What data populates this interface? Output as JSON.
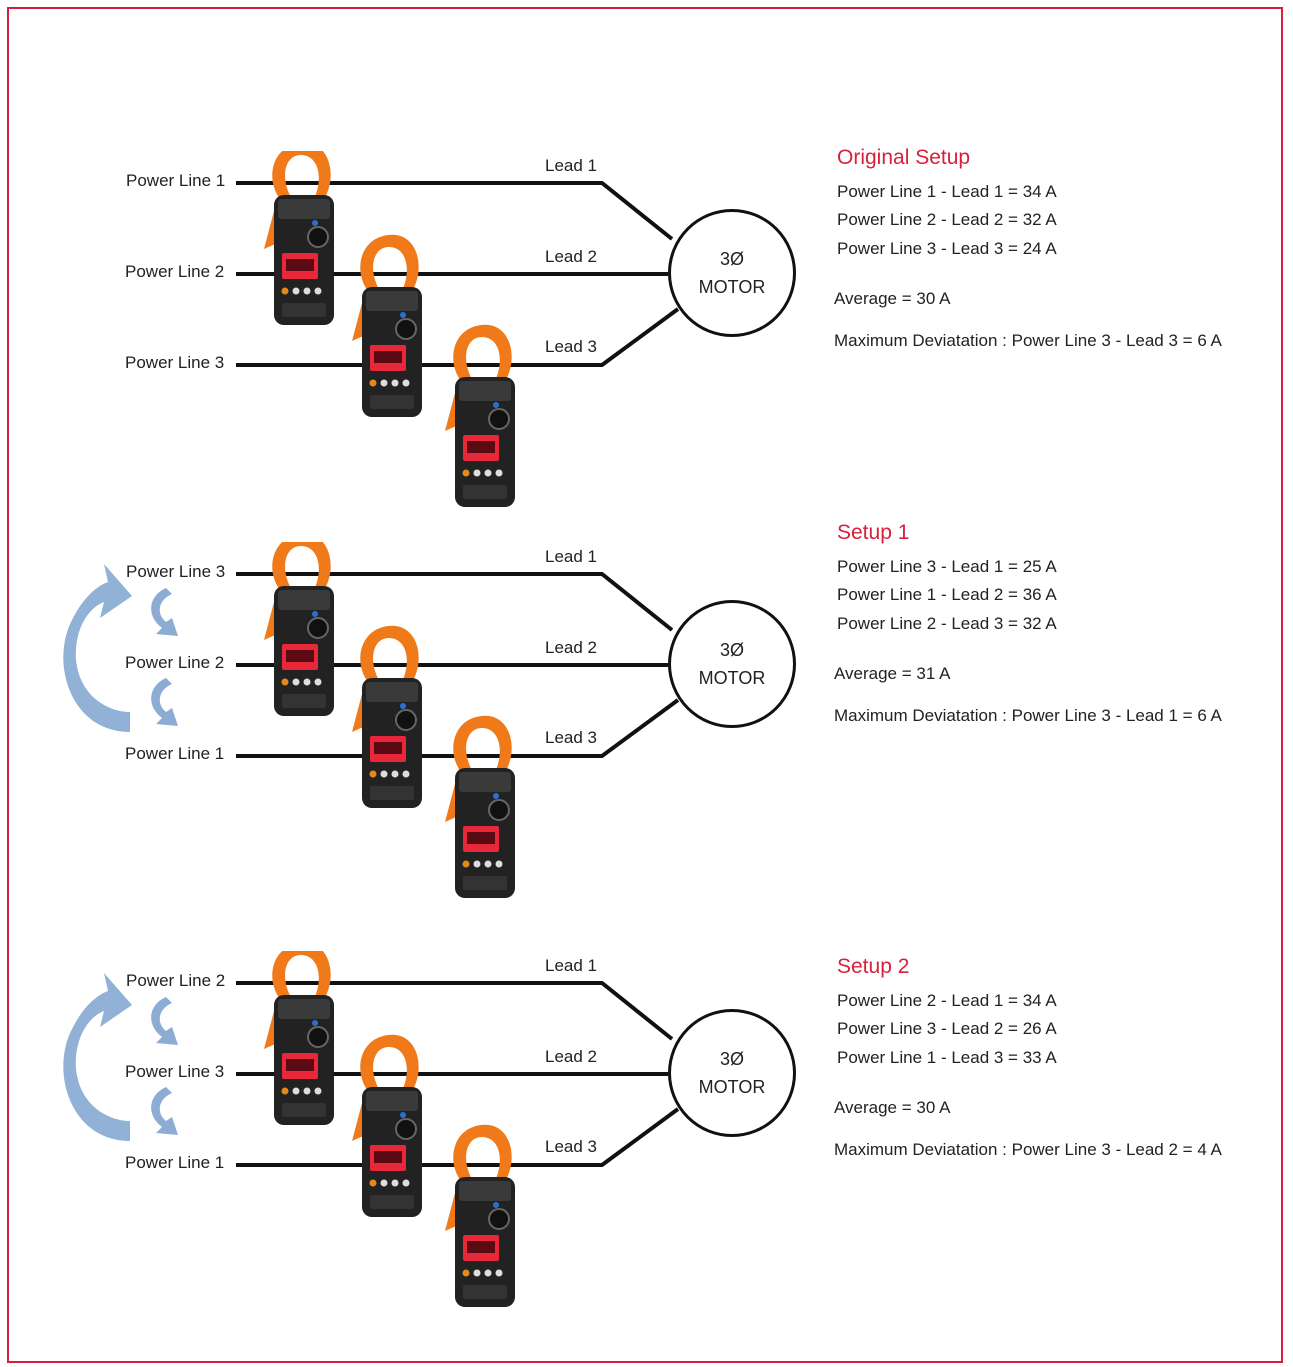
{
  "colors": {
    "accent": "#d8203c",
    "clamp": "#f07a1a",
    "meter_body": "#222222",
    "display": "#e8283a",
    "arrow": "#7fa3cf"
  },
  "motor": {
    "line1": "3Ø",
    "line2": "MOTOR"
  },
  "leads": [
    "Lead 1",
    "Lead 2",
    "Lead 3"
  ],
  "setups": [
    {
      "title": "Original Setup",
      "power_lines": [
        "Power Line 1",
        "Power Line 2",
        "Power Line 3"
      ],
      "readings": [
        "Power Line 1 - Lead 1 = 34 A",
        "Power Line 2 - Lead 2 = 32 A",
        "Power Line 3 - Lead 3 = 24 A"
      ],
      "average": "Average = 30 A",
      "max_deviation": "Maximum Deviatation : Power Line 3 - Lead 3 = 6 A",
      "rotation_arrows": false
    },
    {
      "title": "Setup 1",
      "power_lines": [
        "Power Line 3",
        "Power Line 2",
        "Power Line 1"
      ],
      "readings": [
        "Power Line 3 - Lead 1 = 25 A",
        "Power Line 1 - Lead 2 = 36 A",
        "Power Line 2 - Lead 3 = 32 A"
      ],
      "average": "Average = 31 A",
      "max_deviation": "Maximum Deviatation : Power Line 3 - Lead 1 = 6 A",
      "rotation_arrows": true
    },
    {
      "title": "Setup 2",
      "power_lines": [
        "Power Line 2",
        "Power Line 3",
        "Power Line 1"
      ],
      "readings": [
        "Power Line 2 - Lead 1 = 34 A",
        "Power Line 3 - Lead 2 = 26 A",
        "Power Line 1 - Lead 3 = 33 A"
      ],
      "average": "Average = 30 A",
      "max_deviation": "Maximum Deviatation : Power Line 3 - Lead 2 = 4 A",
      "rotation_arrows": true
    }
  ]
}
